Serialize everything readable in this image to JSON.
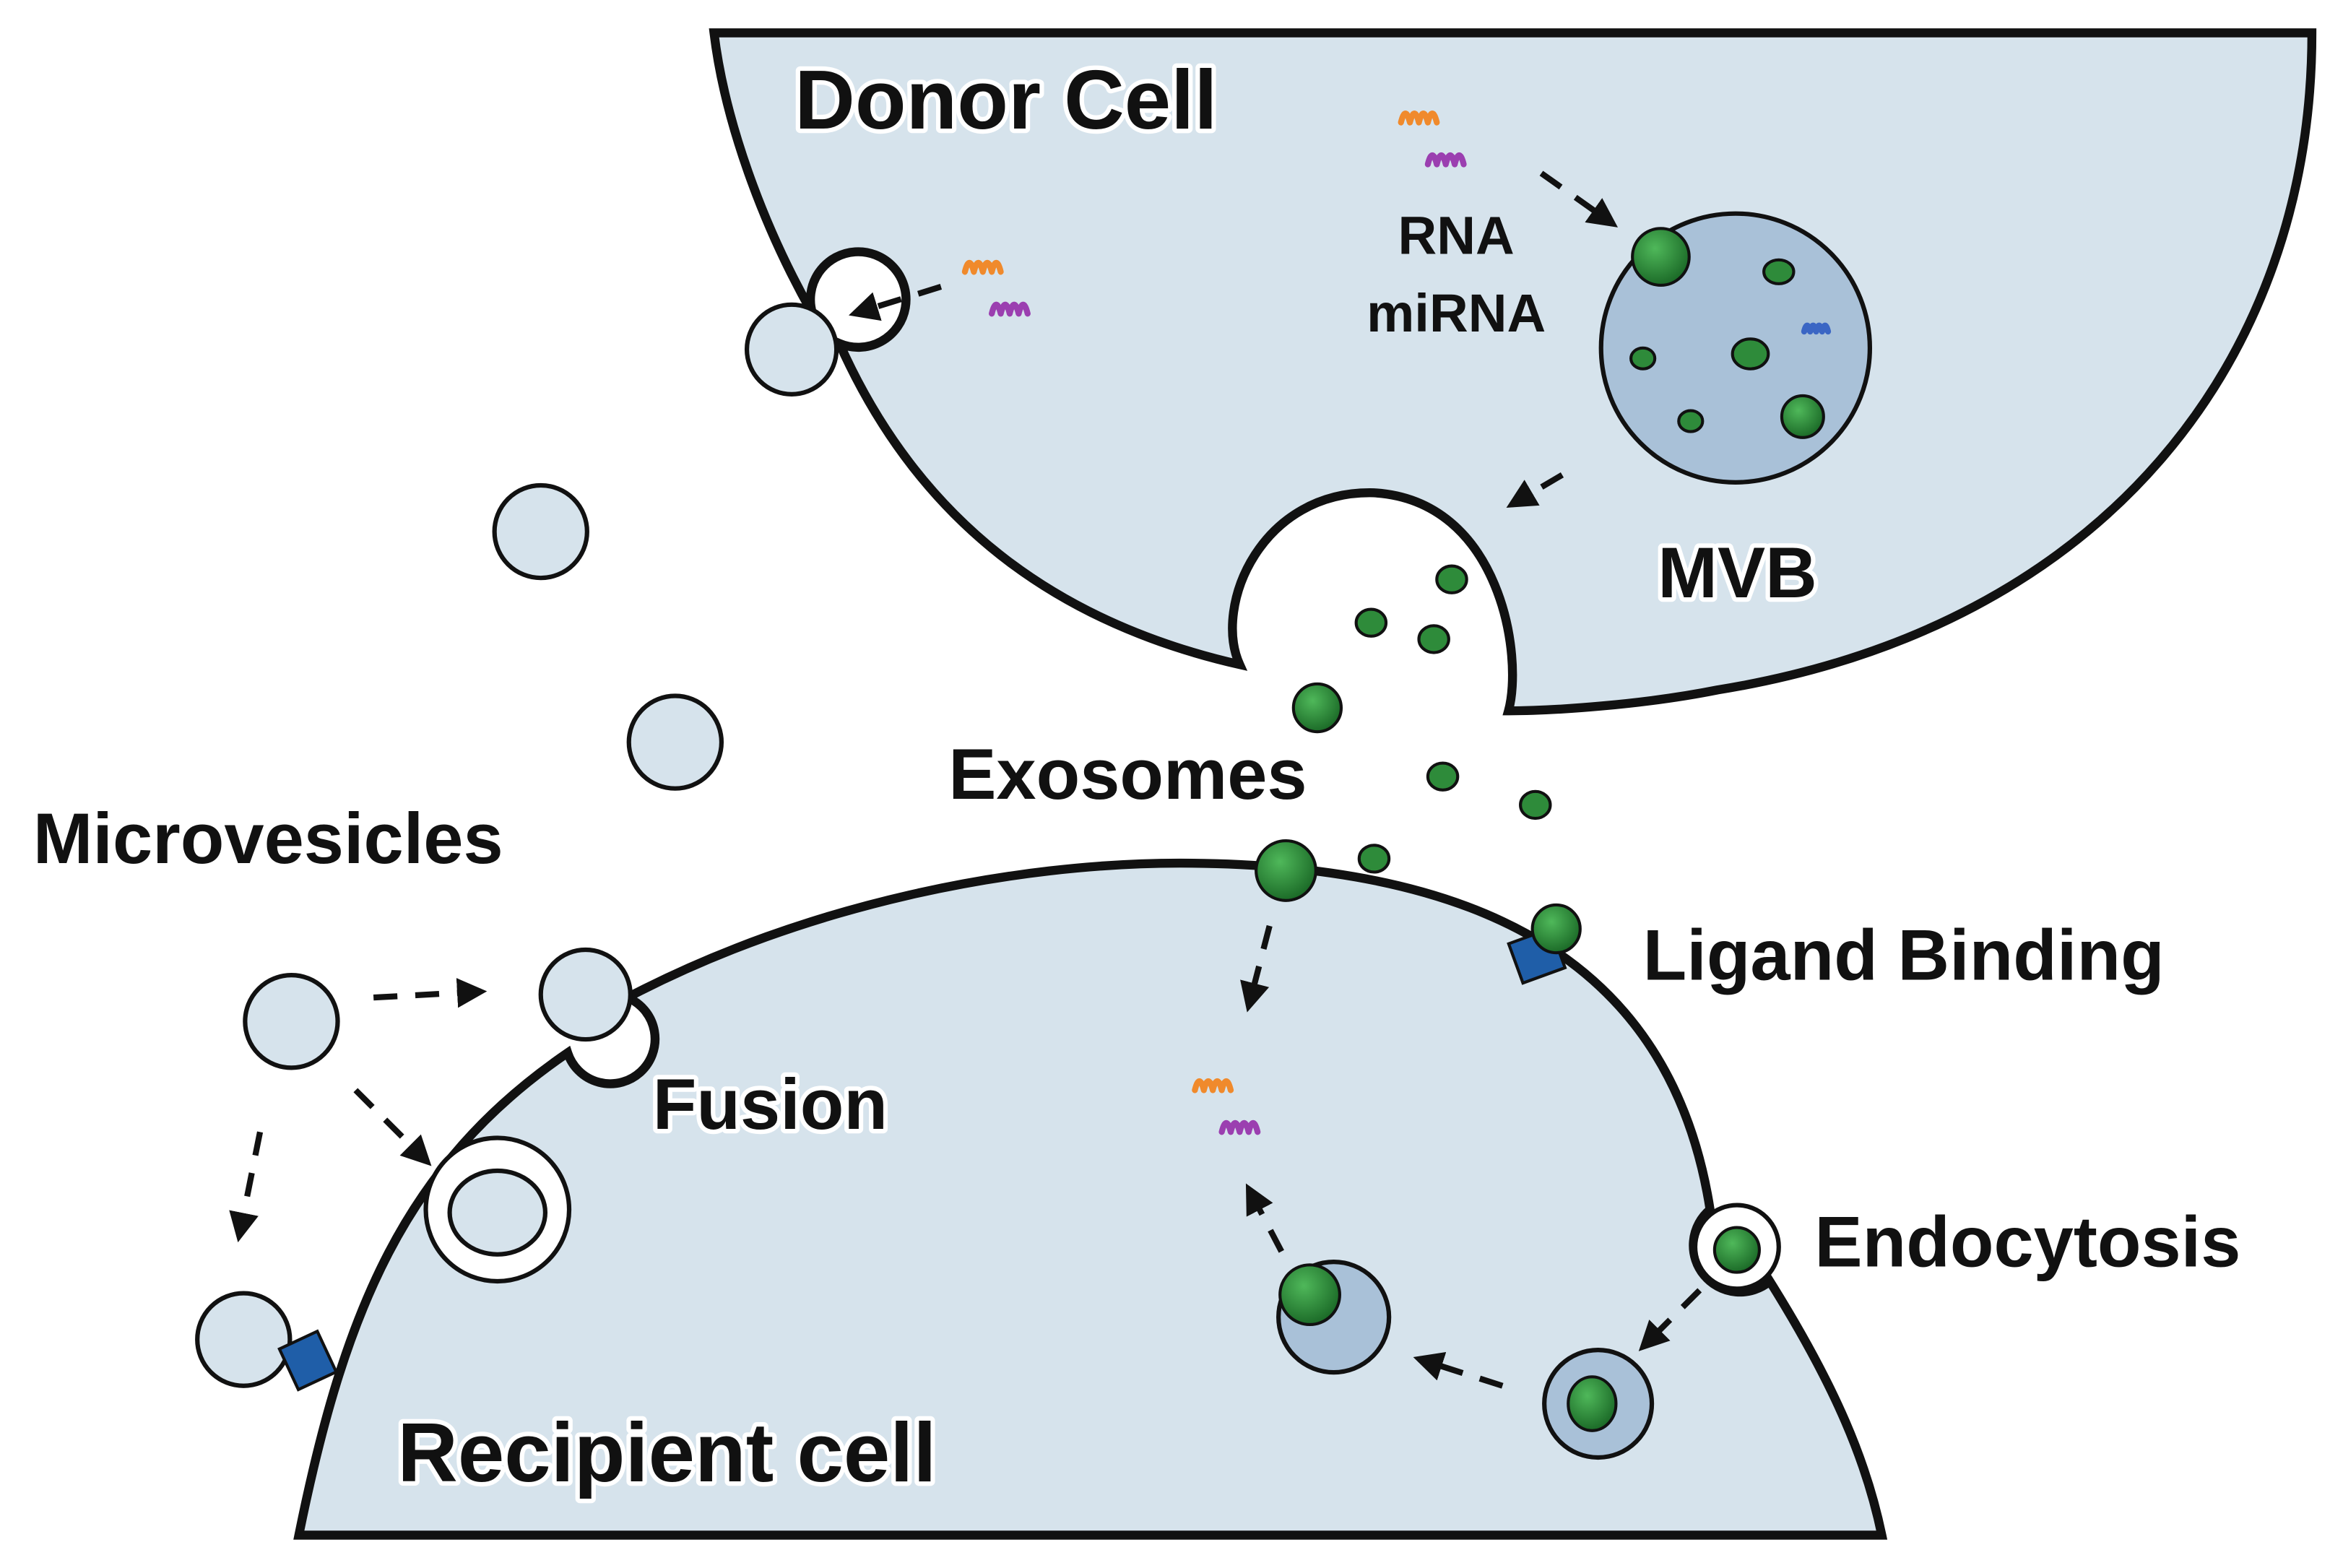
{
  "colors": {
    "cell_fill": "#d6e3ec",
    "mvb_fill": "#a9c1d8",
    "exosome_green": "#2e8b3a",
    "receptor_blue": "#1f5ea8",
    "rna_orange": "#f08a2c",
    "rna_purple": "#9b3fb0",
    "rna_blue": "#3b66c4",
    "outline": "#111111"
  },
  "labels": {
    "donor_cell": "Donor Cell",
    "rna": "RNA",
    "mirna": "miRNA",
    "mvb": "MVB",
    "exosomes": "Exosomes",
    "microvesicles": "Microvesicles",
    "ligand_binding": "Ligand Binding",
    "fusion": "Fusion",
    "endocytosis": "Endocytosis",
    "recipient_cell": "Recipient cell"
  },
  "icons": [
    "rna-strand-icon",
    "mirna-strand-icon",
    "receptor-icon"
  ]
}
